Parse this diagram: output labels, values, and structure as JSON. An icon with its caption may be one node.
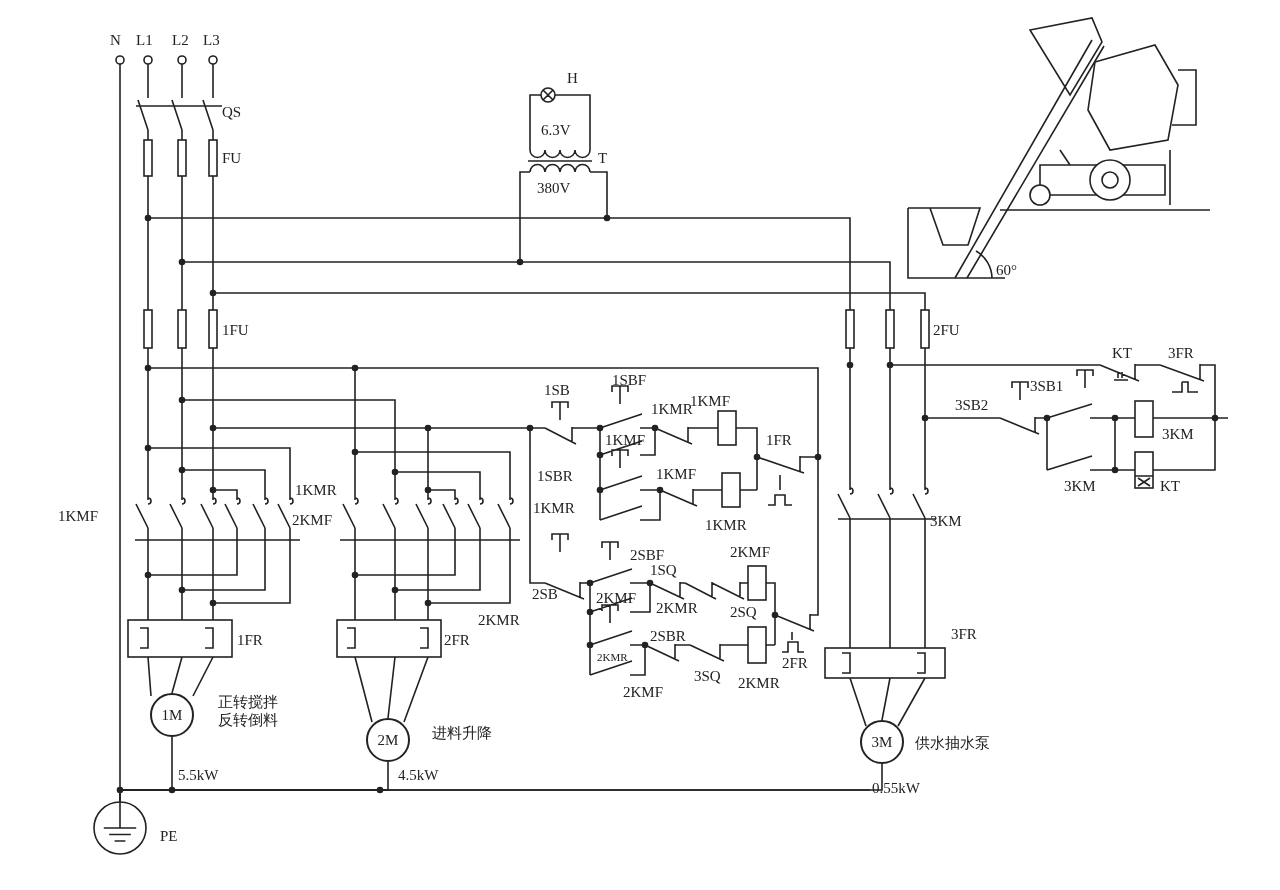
{
  "diagram": {
    "nodes": [
      {
        "text": [
          "1M"
        ],
        "beside": [
          "正转搅拌反转倒料",
          "5.5kW"
        ]
      },
      {
        "text": [
          "2M"
        ],
        "beside": [
          "进料升降",
          "4.5kW"
        ]
      },
      {
        "text": [
          "3M"
        ],
        "beside": [
          "供水抽水泵",
          "0.55kW"
        ]
      },
      {
        "text": [],
        "shape": "circle",
        "beside": [
          "PE"
        ]
      }
    ],
    "edges": [
      {
        "from": 0,
        "to": 3,
        "arrow": "none"
      },
      {
        "from": 1,
        "to": 3,
        "arrow": "none"
      },
      {
        "from": 2,
        "to": 3,
        "arrow": "none"
      }
    ],
    "labels": [
      "N",
      "L1",
      "L2",
      "L3",
      "H",
      "QS",
      "6.3V",
      "FU",
      "T",
      "380V",
      "60°",
      "1FU",
      "2FU",
      "KT",
      "3FR",
      "1SBF",
      "1SB",
      "3SB1",
      "1KMR",
      "1KMF",
      "3SB2",
      "1KMF",
      "3KM",
      "1FR",
      "1SBR",
      "1KMF",
      "3KM",
      "KT",
      "1KMR",
      "1KMR",
      "1KMF",
      "1KMR",
      "2KMF",
      "3KM",
      "2SBF",
      "2KMF",
      "1SQ",
      "2SB",
      "2KMF",
      "2KMR",
      "2SQ",
      "2KMR",
      "2SBR",
      "1FR",
      "2FR",
      "3FR",
      "2KMR",
      "2FR",
      "3SQ",
      "2KMR",
      "2KMF"
    ]
  }
}
